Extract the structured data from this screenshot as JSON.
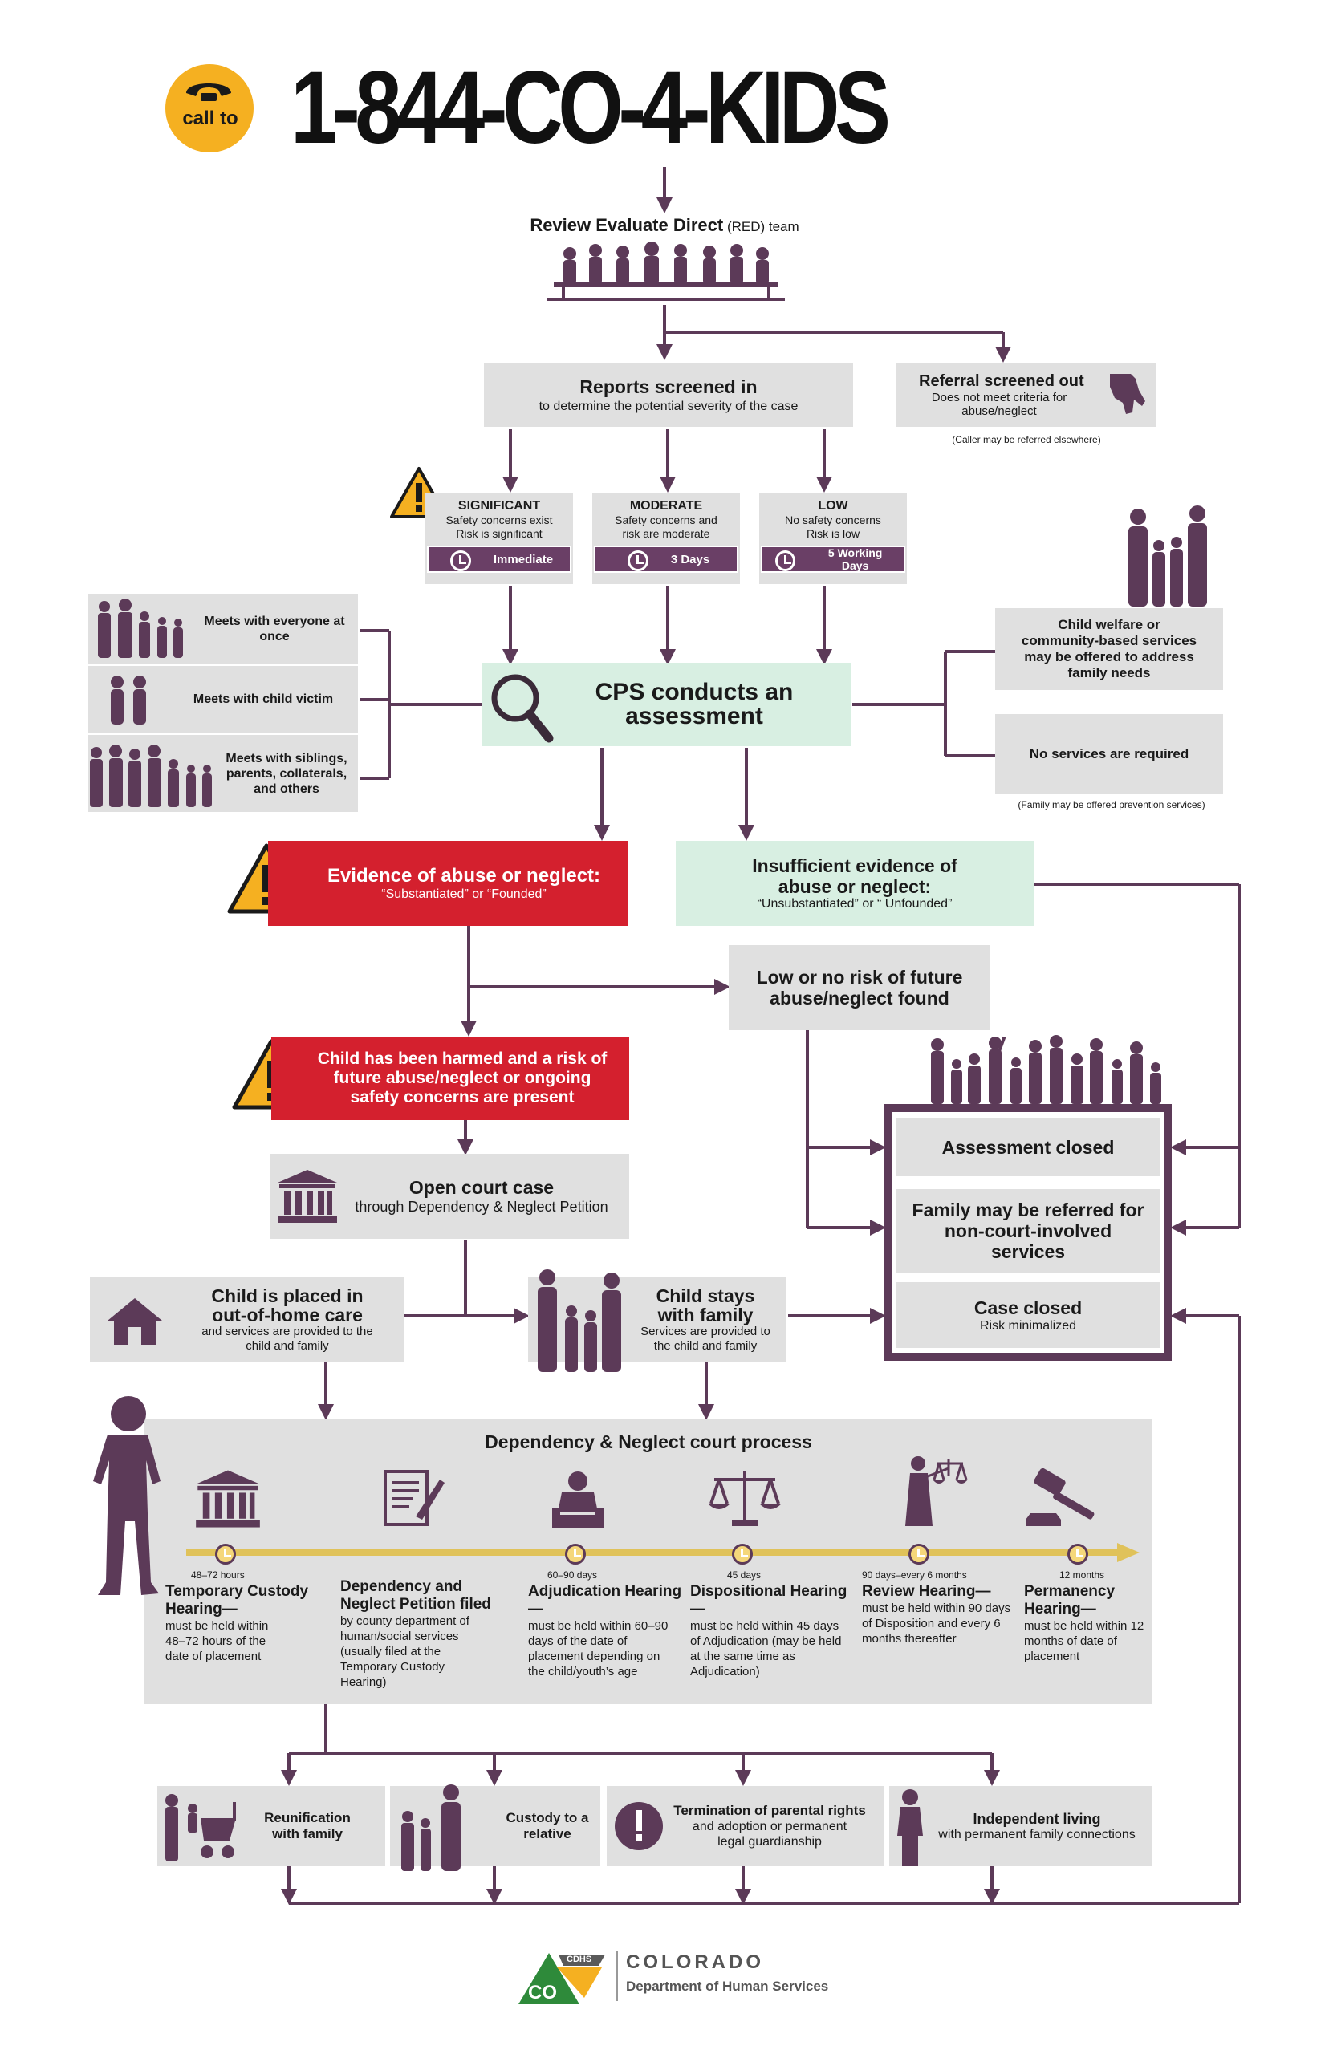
{
  "header": {
    "call_to": "call to",
    "phone": "1-844-CO-4-KIDS"
  },
  "red_team": {
    "title_bold": "Review Evaluate Direct",
    "title_rest": " (RED) team"
  },
  "reports_screened_in": {
    "title": "Reports screened in",
    "subtitle": "to determine the potential severity of the case"
  },
  "referral_screened_out": {
    "title": "Referral screened out",
    "subtitle": "Does not meet criteria for abuse/neglect",
    "note": "(Caller may be referred elsewhere)"
  },
  "severity": [
    {
      "title": "SIGNIFICANT",
      "line1": "Safety concerns exist",
      "line2": "Risk is significant",
      "badge": "Immediate"
    },
    {
      "title": "MODERATE",
      "line1": "Safety concerns and",
      "line2": "risk are moderate",
      "badge": "3 Days"
    },
    {
      "title": "LOW",
      "line1": "No safety concerns",
      "line2": "Risk is low",
      "badge": "5 Working Days"
    }
  ],
  "meetings": [
    {
      "label": "Meets with everyone at once"
    },
    {
      "label": "Meets with child victim"
    },
    {
      "label": "Meets with siblings, parents, collaterals, and others"
    }
  ],
  "cps": {
    "title": "CPS conducts an assessment"
  },
  "services": {
    "offered": "Child welfare or community-based services may be offered to address family needs",
    "none": "No services are required",
    "note": "(Family may be offered prevention services)"
  },
  "evidence": {
    "title": "Evidence of abuse or neglect:",
    "subtitle": "“Substantiated” or “Founded”"
  },
  "insufficient": {
    "title": "Insufficient evidence of abuse or neglect:",
    "subtitle": "“Unsubstantiated” or “ Unfounded”"
  },
  "low_risk": {
    "title": "Low or no risk of future abuse/neglect found"
  },
  "harmed": {
    "title": "Child has been harmed and a risk of future abuse/neglect or ongoing safety concerns are present"
  },
  "open_court": {
    "title": "Open court case",
    "subtitle": "through Dependency & Neglect Petition"
  },
  "outcomes_right": {
    "closed": "Assessment closed",
    "referred": "Family may be referred for non-court-involved services",
    "case_closed": "Case closed",
    "case_closed_sub": "Risk minimalized"
  },
  "placed": {
    "title": "Child is placed in out-of-home care",
    "subtitle": "and services are provided to the child and family"
  },
  "stays": {
    "title": "Child stays with family",
    "subtitle": "Services are provided to the child and family"
  },
  "court": {
    "title": "Dependency & Neglect court process",
    "steps": [
      {
        "time": "48–72 hours",
        "title": "Temporary Custody Hearing—",
        "desc": "must be held within 48–72 hours of the date of placement",
        "icon": "courthouse-icon"
      },
      {
        "time": "",
        "title": "Dependency and Neglect Petition filed",
        "desc": "by county department of human/social services (usually filed at the Temporary Custody Hearing)",
        "icon": "petition-document-icon"
      },
      {
        "time": "60–90 days",
        "title": "Adjudication Hearing—",
        "desc": "must be held within 60–90 days of the date of placement depending on the child/youth’s age",
        "icon": "judge-icon"
      },
      {
        "time": "45 days",
        "title": "Dispositional Hearing—",
        "desc": "must be held within 45 days of Adjudication (may be held at the same time as Adjudication)",
        "icon": "scales-icon"
      },
      {
        "time": "90 days–every 6 months",
        "title": "Review Hearing—",
        "desc": "must be held within 90 days of Disposition and every 6 months thereafter",
        "icon": "lady-justice-icon"
      },
      {
        "time": "12 months",
        "title": "Permanency Hearing—",
        "desc": "must be held within 12 months of date of placement",
        "icon": "gavel-icon"
      }
    ]
  },
  "permanency": [
    {
      "title": "Reunification with family",
      "subtitle": ""
    },
    {
      "title": "Custody to a relative",
      "subtitle": ""
    },
    {
      "title": "Termination of parental rights",
      "subtitle": "and adoption or permanent legal guardianship"
    },
    {
      "title": "Independent living",
      "subtitle": "with permanent family connections"
    }
  ],
  "footer": {
    "badge": "CDHS",
    "logo": "CO",
    "org": "COLORADO",
    "dept": "Department of Human Services"
  },
  "colors": {
    "purple": "#5c3a58",
    "red": "#d4202e",
    "grey": "#e0e0e0",
    "mint": "#d8efe2",
    "gold": "#f5b021",
    "timeline": "#e0c25a"
  }
}
